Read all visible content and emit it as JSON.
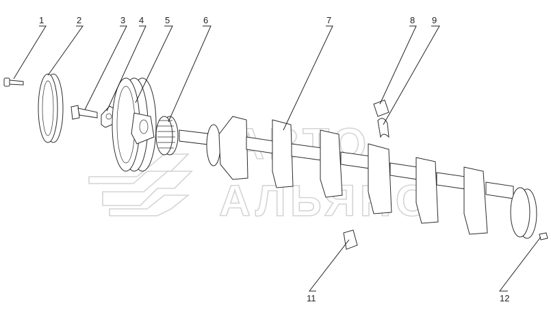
{
  "watermark": {
    "line1": "АВТО",
    "line2": "АЛЬЯНС"
  },
  "callouts": [
    {
      "id": "1",
      "text": "1"
    },
    {
      "id": "2",
      "text": "2"
    },
    {
      "id": "3",
      "text": "3"
    },
    {
      "id": "4",
      "text": "4"
    },
    {
      "id": "5",
      "text": "5"
    },
    {
      "id": "6",
      "text": "6"
    },
    {
      "id": "7",
      "text": "7"
    },
    {
      "id": "8",
      "text": "8"
    },
    {
      "id": "9",
      "text": "9"
    },
    {
      "id": "11",
      "text": "11"
    },
    {
      "id": "12",
      "text": "12"
    }
  ],
  "colors": {
    "line": "#222222",
    "watermark": "#d4d4d4",
    "background": "#ffffff"
  }
}
